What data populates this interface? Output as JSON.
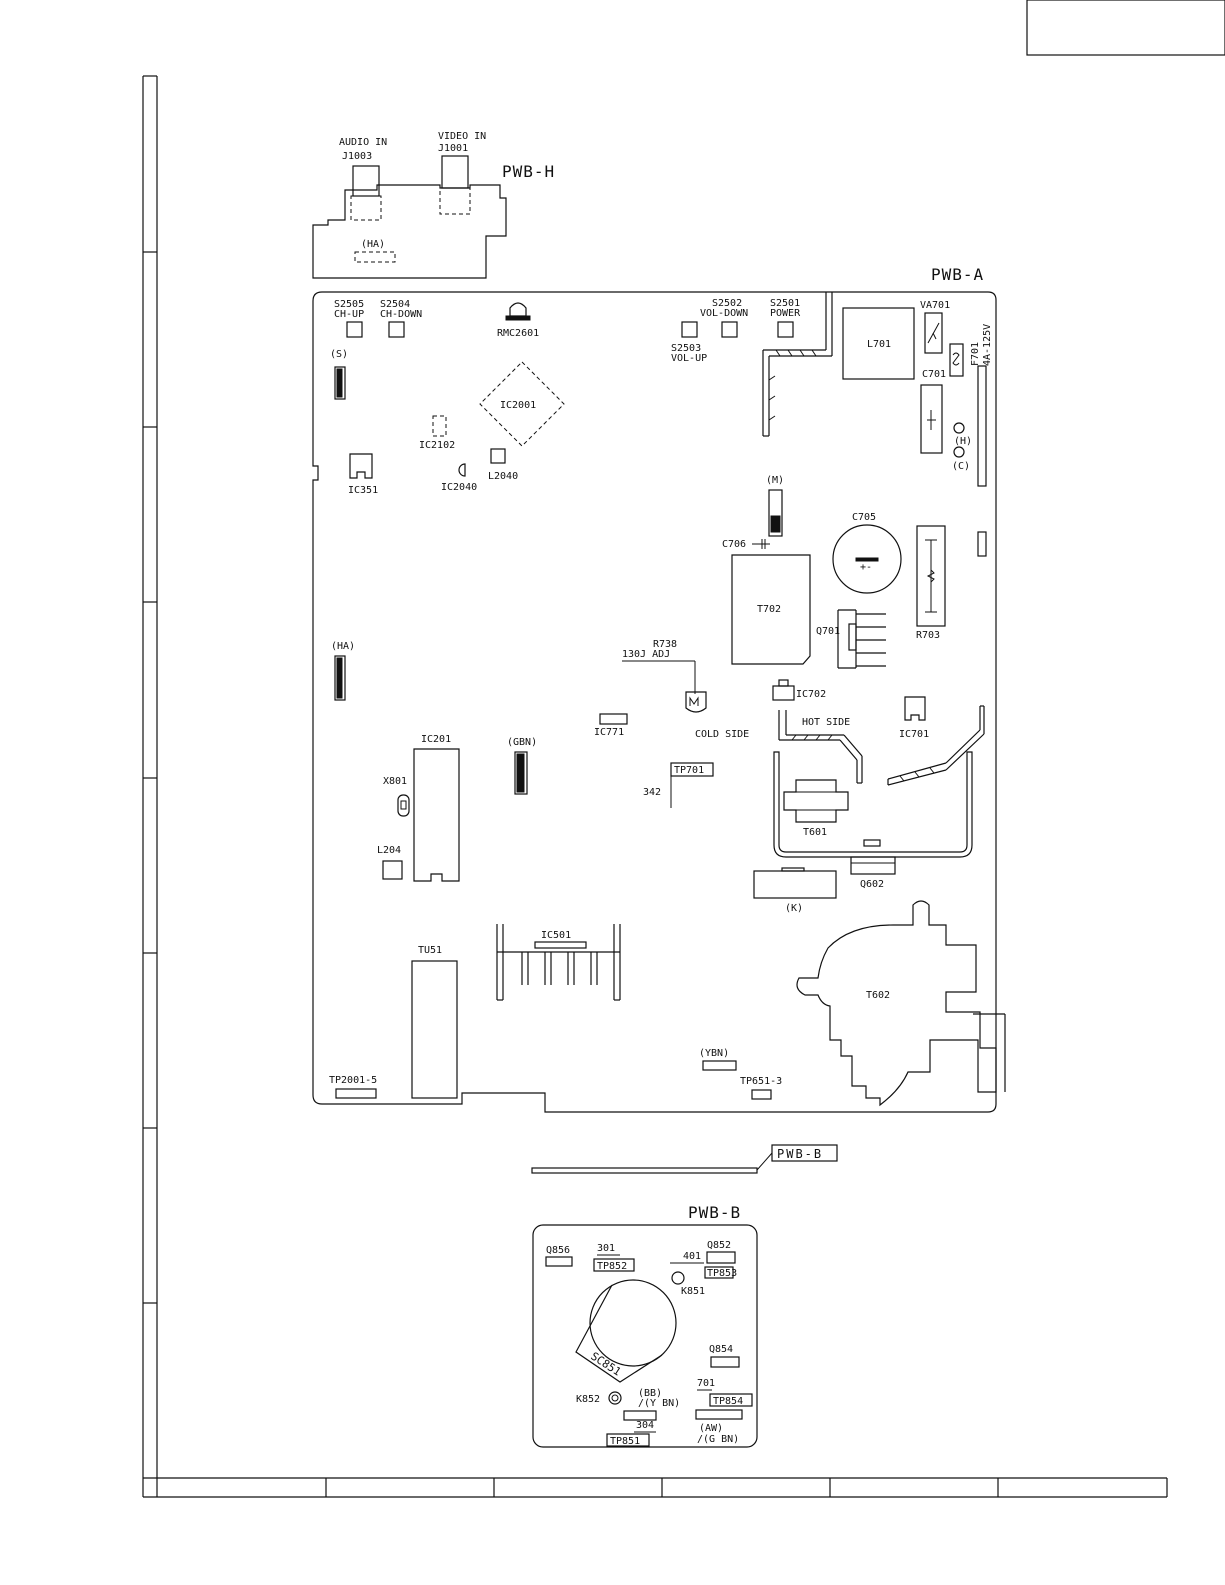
{
  "pwb_h": {
    "title": "PWB-H",
    "audio_in": "AUDIO IN",
    "j1003": "J1003",
    "video_in": "VIDEO IN",
    "j1001": "J1001",
    "ha": "(HA)"
  },
  "pwb_a": {
    "title": "PWB-A",
    "s2505": "S2505",
    "ch_up": "CH-UP",
    "s2504": "S2504",
    "ch_down": "CH-DOWN",
    "rmc2601": "RMC2601",
    "s2502": "S2502",
    "vol_down": "VOL-DOWN",
    "s2501": "S2501",
    "power": "POWER",
    "s2503": "S2503",
    "vol_up": "VOL-UP",
    "l701": "L701",
    "va701": "VA701",
    "f701": "F701",
    "f701_rating": "4A-125V",
    "c701": "C701",
    "h": "(H)",
    "c": "(C)",
    "s": "(S)",
    "ic2001": "IC2001",
    "ic2102": "IC2102",
    "ic2040": "IC2040",
    "l2040": "L2040",
    "ic351": "IC351",
    "m": "(M)",
    "c705": "C705",
    "c706": "C706",
    "t702": "T702",
    "q701": "Q701",
    "r703": "R703",
    "ha": "(HA)",
    "r738": "R738",
    "adj": "130J ADJ",
    "ic771": "IC771",
    "ic702": "IC702",
    "cold_side": "COLD SIDE",
    "hot_side": "HOT SIDE",
    "ic701": "IC701",
    "ic201": "IC201",
    "gbn": "(GBN)",
    "x801": "X801",
    "tp701": "TP701",
    "tp701_val": "342",
    "t601": "T601",
    "l204": "L204",
    "q602": "Q602",
    "k": "(K)",
    "ic501": "IC501",
    "tu51": "TU51",
    "t602": "T602",
    "ybn": "(YBN)",
    "tp2001": "TP2001-5",
    "tp651": "TP651-3"
  },
  "pwb_b_tag": "PWB-B",
  "pwb_b": {
    "title": "PWB-B",
    "q856": "Q856",
    "v301": "301",
    "tp852": "TP852",
    "q852": "Q852",
    "v401": "401",
    "tp853": "TP853",
    "k851": "K851",
    "sc851": "SC851",
    "q854": "Q854",
    "v701": "701",
    "tp854": "TP854",
    "k852": "K852",
    "bb": "(BB)",
    "ybn": "/(Y BN)",
    "v304": "304",
    "tp851": "TP851",
    "aw": "(AW)",
    "gbn": "/(G BN)"
  }
}
